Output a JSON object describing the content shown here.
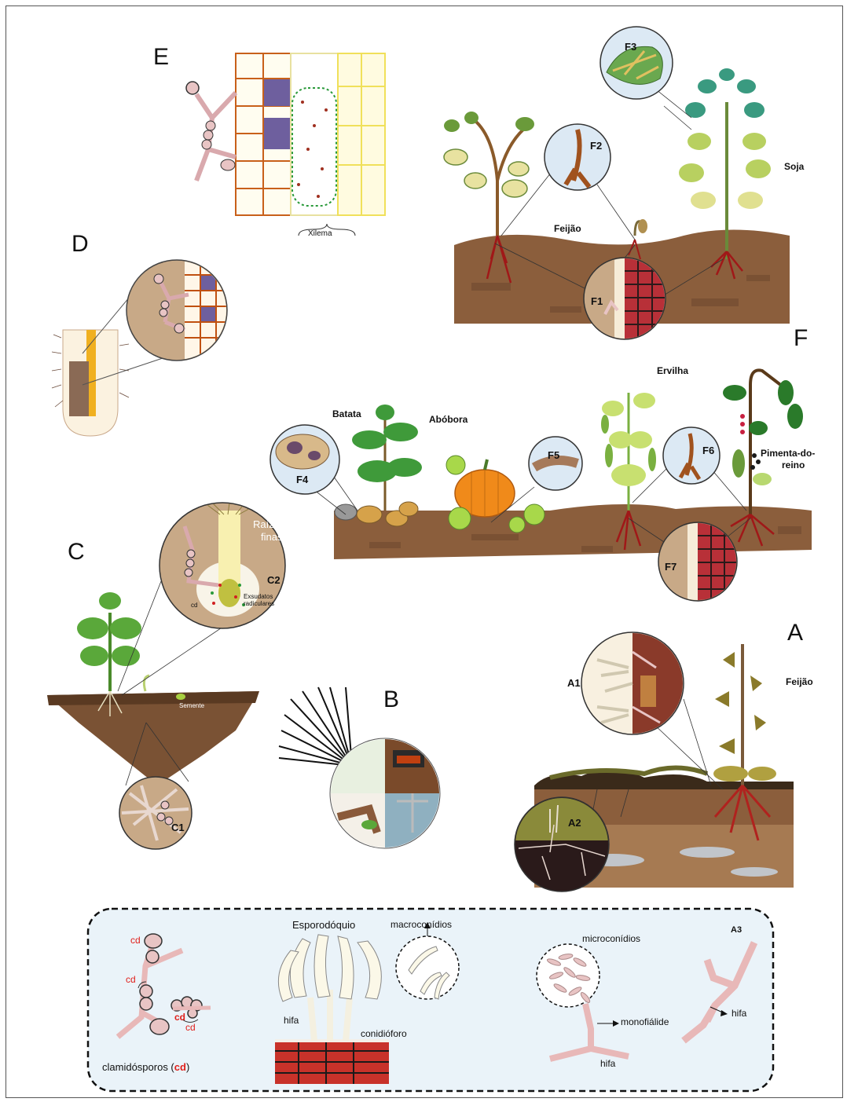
{
  "panels": {
    "A": "A",
    "B": "B",
    "C": "C",
    "D": "D",
    "E": "E",
    "F": "F"
  },
  "plants": {
    "feijao_top": "Feijão",
    "soja": "Soja",
    "batata": "Batata",
    "abobora": "Abóbora",
    "ervilha": "Ervilha",
    "pimenta_1": "Pimenta-do-",
    "pimenta_2": "reino",
    "feijao_A": "Feijão"
  },
  "circles": {
    "A1": "A1",
    "A2": "A2",
    "A3": "A3",
    "C1": "C1",
    "C2": "C2",
    "F1": "F1",
    "F2": "F2",
    "F3": "F3",
    "F4": "F4",
    "F5": "F5",
    "F6": "F6",
    "F7": "F7"
  },
  "annotations": {
    "xilema": "Xilema",
    "raizes_1": "Raízes",
    "raizes_2": "finas",
    "exsudatos_1": "Exsudatos",
    "exsudatos_2": "radiculares",
    "semente": "Semente",
    "cd_c2": "cd"
  },
  "legend": {
    "esporodoquio": "Esporodóquio",
    "macroconidios": "macroconídios",
    "microconidios": "microconídios",
    "hifa_1": "hifa",
    "hifa_2": "hifa",
    "hifa_3": "hifa",
    "conidioforo": "conidióforo",
    "monofialide": "monofiálide",
    "cd_1": "cd",
    "cd_2": "cd",
    "cd_3": "cd",
    "cd_4": "cd",
    "clamido_text": "clamidósporos (",
    "clamido_cd": "cd",
    "clamido_close": ")"
  },
  "colors": {
    "soil": "#8b5e3c",
    "soil_dark": "#6f4a2e",
    "hypha": "#e8c4c4",
    "circle_bg": "#c8a987",
    "root_red": "#b0221e",
    "legend_bg": "#eaf3f9"
  }
}
